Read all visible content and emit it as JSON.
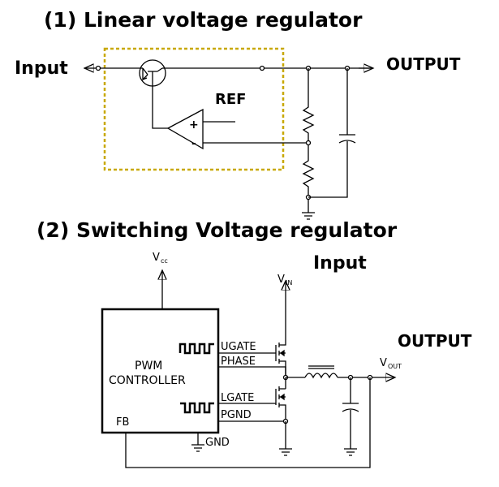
{
  "linear": {
    "title": "(1) Linear voltage regulator",
    "input_label": "Input",
    "output_label": "OUTPUT",
    "ref_label": "REF",
    "opamp_plus": "+",
    "opamp_minus": "-"
  },
  "switching": {
    "title": "(2) Switching Voltage regulator",
    "input_label": "Input",
    "output_label": "OUTPUT",
    "vcc_label": "V",
    "vcc_sub": "cc",
    "vin_label": "V",
    "vin_sub": "IN",
    "vout_label": "V",
    "vout_sub": "OUT",
    "controller_line1": "PWM",
    "controller_line2": "CONTROLLER",
    "pins": {
      "ugate": "UGATE",
      "phase": "PHASE",
      "lgate": "LGATE",
      "pgnd": "PGND",
      "fb": "FB",
      "gnd": "GND"
    }
  },
  "colors": {
    "dashed_box": "#c8a800",
    "line": "#000000"
  }
}
